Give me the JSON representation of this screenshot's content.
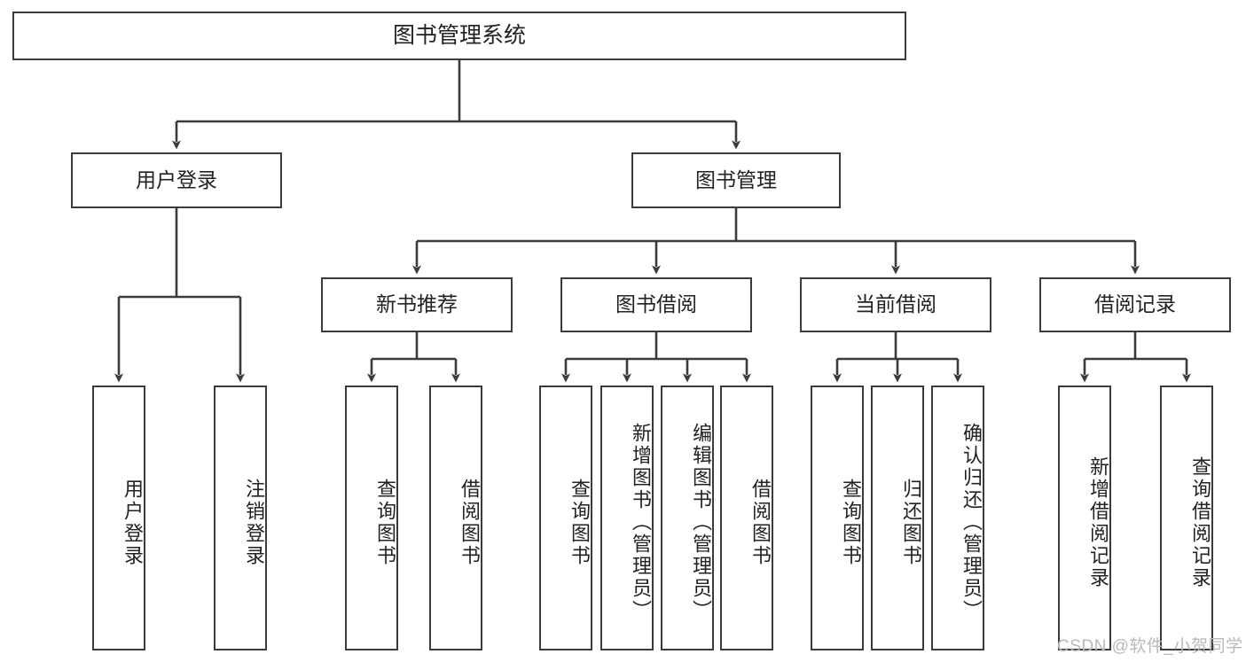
{
  "diagram": {
    "type": "tree-hierarchy",
    "title": "图书管理系统",
    "watermark": "CSDN @软件_小贺同学",
    "colors": {
      "box_border": "#3b3b3b",
      "box_fill": "#ffffff",
      "connector": "#3b3b3b",
      "text": "#222222",
      "watermark": "#b9b9b9"
    },
    "nodes": {
      "root": {
        "label": "图书管理系统"
      },
      "level2": [
        {
          "label": "用户登录"
        },
        {
          "label": "图书管理"
        }
      ],
      "level3": [
        {
          "label": "新书推荐"
        },
        {
          "label": "图书借阅"
        },
        {
          "label": "当前借阅"
        },
        {
          "label": "借阅记录"
        }
      ],
      "leaves": {
        "user_login": [
          {
            "label": "用户登录"
          },
          {
            "label": "注销登录"
          }
        ],
        "new_book_recommend": [
          {
            "label": "查询图书"
          },
          {
            "label": "借阅图书"
          }
        ],
        "book_borrow": [
          {
            "label": "查询图书"
          },
          {
            "label": "新增图书（管理员）"
          },
          {
            "label": "编辑图书（管理员）"
          },
          {
            "label": "借阅图书"
          }
        ],
        "current_borrow": [
          {
            "label": "查询图书"
          },
          {
            "label": "归还图书"
          },
          {
            "label": "确认归还（管理员）"
          }
        ],
        "borrow_record": [
          {
            "label": "新增借阅记录"
          },
          {
            "label": "查询借阅记录"
          }
        ]
      }
    }
  }
}
